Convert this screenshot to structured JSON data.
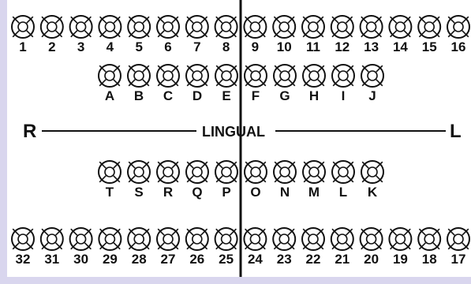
{
  "chart": {
    "left_label": "R",
    "right_label": "L",
    "center_label": "LINGUAL"
  },
  "upper_permanent": [
    "1",
    "2",
    "3",
    "4",
    "5",
    "6",
    "7",
    "8",
    "9",
    "10",
    "11",
    "12",
    "13",
    "14",
    "15",
    "16"
  ],
  "upper_primary": [
    "A",
    "B",
    "C",
    "D",
    "E",
    "F",
    "G",
    "H",
    "I",
    "J"
  ],
  "lower_primary": [
    "T",
    "S",
    "R",
    "Q",
    "P",
    "O",
    "N",
    "M",
    "L",
    "K"
  ],
  "lower_permanent": [
    "32",
    "31",
    "30",
    "29",
    "28",
    "27",
    "26",
    "25",
    "24",
    "23",
    "22",
    "21",
    "20",
    "19",
    "18",
    "17"
  ],
  "colors": {
    "frame": "#d9d6ee",
    "ink": "#111111"
  },
  "icon": "tooth-circle-icon"
}
